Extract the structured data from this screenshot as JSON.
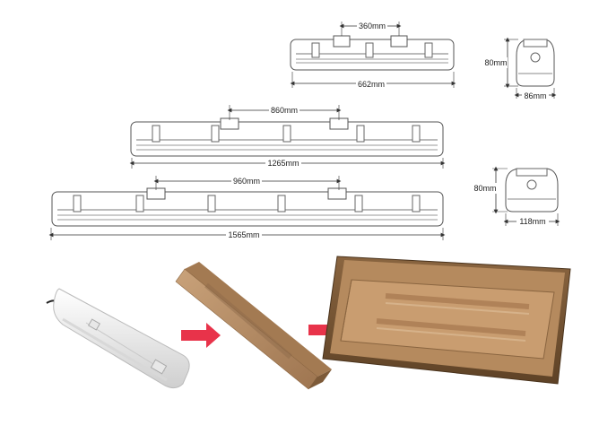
{
  "dimensions": {
    "short_fixture": {
      "clip_spacing": "360mm",
      "length": "662mm"
    },
    "medium_fixture": {
      "clip_spacing": "860mm",
      "length": "1265mm"
    },
    "long_fixture": {
      "clip_spacing": "960mm",
      "length": "1565mm"
    },
    "end_view_small": {
      "height": "80mm",
      "width": "86mm"
    },
    "end_view_large": {
      "height": "80mm",
      "width": "118mm"
    }
  },
  "colors": {
    "line": "#555555",
    "arrow": "#e8334a",
    "cardboard": "#b38a5e",
    "fixture_white": "#f2f2f2"
  }
}
